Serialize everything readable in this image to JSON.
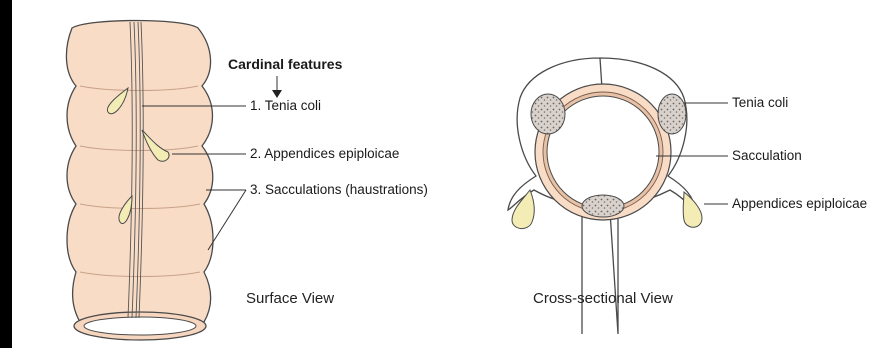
{
  "surface_diagram": {
    "header": "Cardinal features",
    "labels": [
      "1. Tenia coli",
      "2. Appendices epiploicae",
      "3. Sacculations (haustrations)"
    ],
    "caption": "Surface View"
  },
  "cross_section_diagram": {
    "labels": [
      "Tenia coli",
      "Sacculation",
      "Appendices epiploicae"
    ],
    "caption": "Cross-sectional View"
  },
  "colors": {
    "wall_fill": "#f9dcc6",
    "wall_outline": "#4a4a4a",
    "appendix_fill": "#f3edb5",
    "tenia_fill": "#cfc8c3",
    "lumen_ring": "#e8c2a6"
  }
}
